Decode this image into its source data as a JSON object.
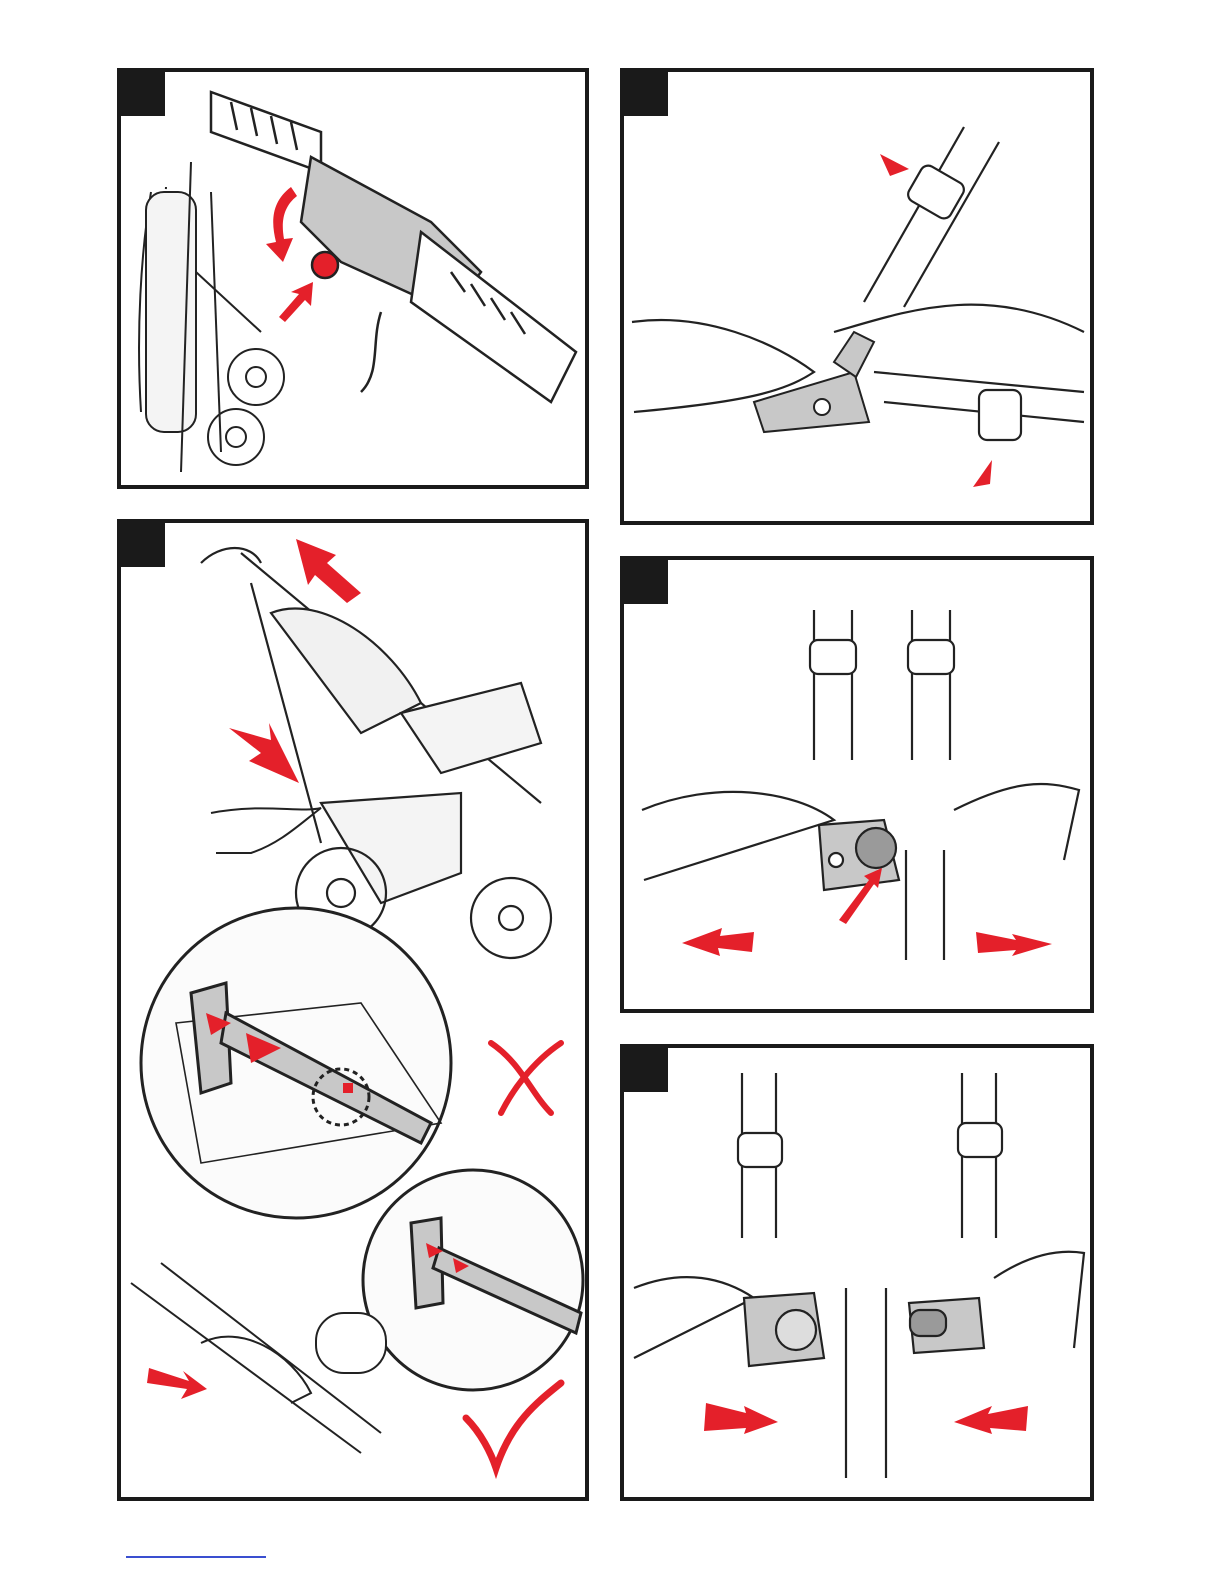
{
  "colors": {
    "frame": "#1a1a1a",
    "ink": "#222222",
    "part_gray": "#c8c8c8",
    "accent_red": "#e4202a",
    "footer_rule": "#3a4fd0"
  },
  "panels": [
    {
      "id": "fold-release",
      "icons": [
        "stroller-folded-icon",
        "handle-lock-button-icon",
        "arrow-press-icon"
      ]
    },
    {
      "id": "strap-buckle-adjust",
      "icons": [
        "shoulder-strap-icon",
        "buckle-icon",
        "triangle-marker-icon"
      ]
    },
    {
      "id": "unfold-stroller",
      "icons": [
        "stroller-open-icon",
        "foot-push-icon",
        "incorrect-x-icon",
        "correct-check-icon"
      ]
    },
    {
      "id": "buckle-release",
      "icons": [
        "harness-icon",
        "press-button-icon",
        "arrow-outward-icon"
      ]
    },
    {
      "id": "buckle-fasten",
      "icons": [
        "harness-icon",
        "arrow-inward-icon"
      ]
    }
  ]
}
